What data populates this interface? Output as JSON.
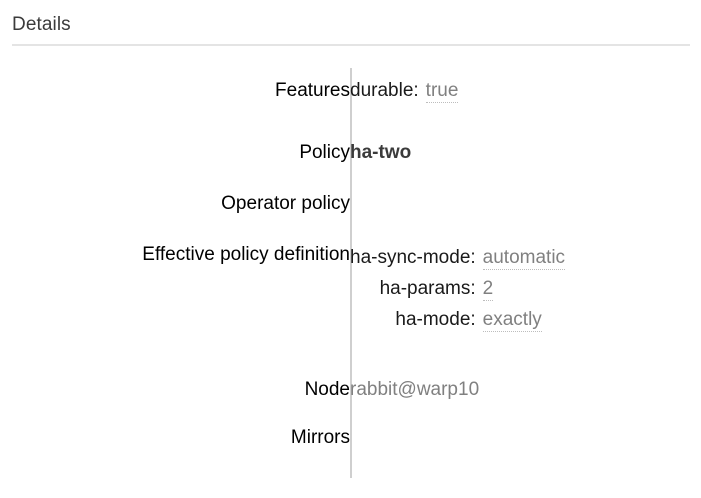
{
  "section": {
    "title": "Details"
  },
  "rows": [
    {
      "label": "Features",
      "pairs": [
        {
          "key": "durable:",
          "value": "true",
          "hint": true
        }
      ]
    },
    {
      "label": "Policy",
      "policy_name": "ha-two"
    },
    {
      "label": "Operator policy",
      "value": ""
    },
    {
      "label": "Effective policy definition",
      "pairs": [
        {
          "key": "ha-sync-mode:",
          "value": "automatic",
          "hint": true
        },
        {
          "key": "ha-params:",
          "value": "2",
          "hint": true
        },
        {
          "key": "ha-mode:",
          "value": "exactly",
          "hint": true
        }
      ]
    },
    {
      "label": "Node",
      "value": "rabbit@warp10"
    },
    {
      "label": "Mirrors",
      "value": ""
    }
  ],
  "colors": {
    "heading": "#3b3b3b",
    "label": "#000000",
    "value": "#808080",
    "rule": "#e4e4e4",
    "divider": "#cfcfcf",
    "hint_underline": "#bdbdbd"
  }
}
